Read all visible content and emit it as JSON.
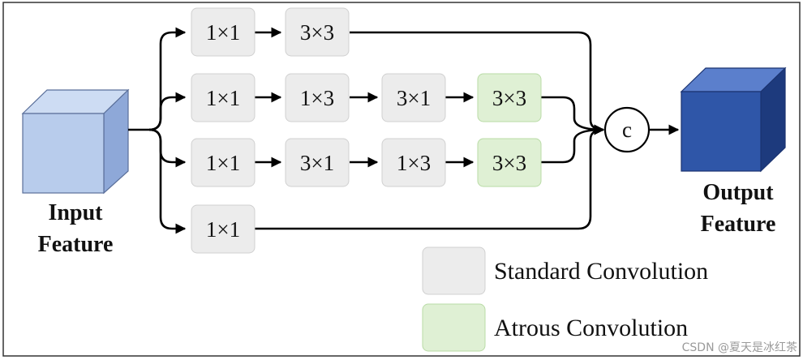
{
  "input": {
    "line1": "Input",
    "line2": "Feature"
  },
  "output": {
    "line1": "Output",
    "line2": "Feature"
  },
  "concat_symbol": "c",
  "branches": [
    {
      "ops": [
        {
          "label": "1×1",
          "type": "standard"
        },
        {
          "label": "3×3",
          "type": "standard"
        }
      ]
    },
    {
      "ops": [
        {
          "label": "1×1",
          "type": "standard"
        },
        {
          "label": "1×3",
          "type": "standard"
        },
        {
          "label": "3×1",
          "type": "standard"
        },
        {
          "label": "3×3",
          "type": "atrous"
        }
      ]
    },
    {
      "ops": [
        {
          "label": "1×1",
          "type": "standard"
        },
        {
          "label": "3×1",
          "type": "standard"
        },
        {
          "label": "1×3",
          "type": "standard"
        },
        {
          "label": "3×3",
          "type": "atrous"
        }
      ]
    },
    {
      "ops": [
        {
          "label": "1×1",
          "type": "standard"
        }
      ]
    }
  ],
  "legend": {
    "standard": "Standard Convolution",
    "atrous": "Atrous Convolution"
  },
  "watermark": "CSDN @夏天是冰红茶",
  "colors": {
    "standard_fill": "#ececec",
    "atrous_fill": "#dff0d4",
    "input_cube_front": "#b8ccec",
    "output_cube_front": "#2f56a8"
  }
}
